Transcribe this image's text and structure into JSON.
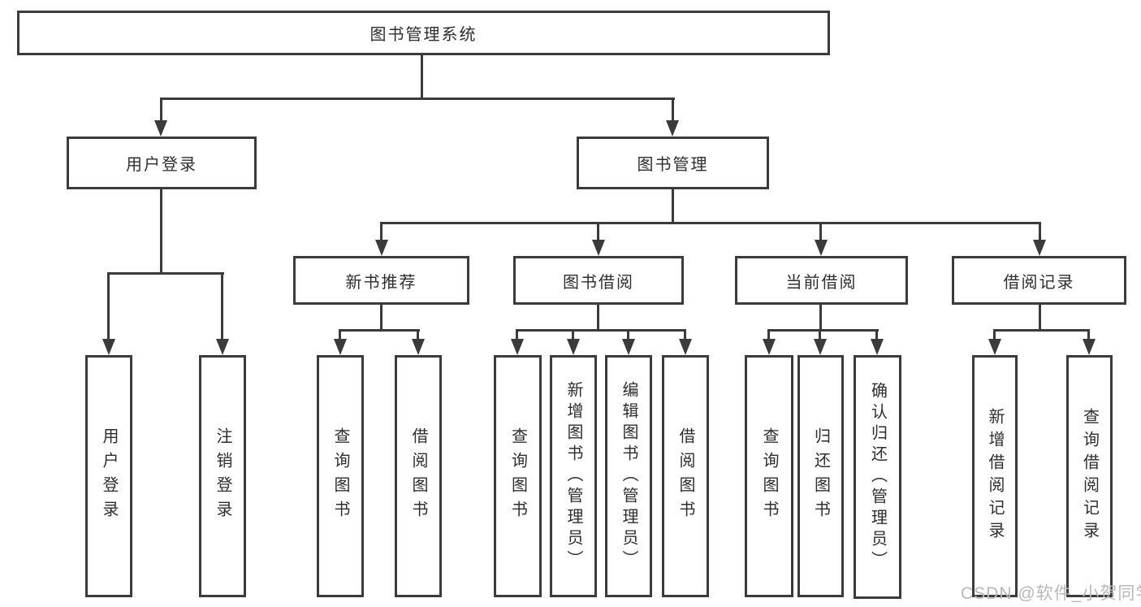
{
  "diagram": {
    "root": {
      "label": "图书管理系统"
    },
    "branches": [
      {
        "label": "用户登录"
      },
      {
        "label": "图书管理"
      }
    ],
    "modules": [
      {
        "label": "新书推荐"
      },
      {
        "label": "图书借阅"
      },
      {
        "label": "当前借阅"
      },
      {
        "label": "借阅记录"
      }
    ],
    "leaves": [
      {
        "label": "用户登录"
      },
      {
        "label": "注销登录"
      },
      {
        "label": "查询图书"
      },
      {
        "label": "借阅图书"
      },
      {
        "label": "查询图书"
      },
      {
        "label": "新增图书（管理员）"
      },
      {
        "label": "编辑图书（管理员）"
      },
      {
        "label": "借阅图书"
      },
      {
        "label": "查询图书"
      },
      {
        "label": "归还图书"
      },
      {
        "label": "确认归还（管理员）"
      },
      {
        "label": "新增借阅记录"
      },
      {
        "label": "查询借阅记录"
      }
    ]
  },
  "watermark": {
    "text": "CSDN @软件_小贺同学"
  },
  "colors": {
    "line": "#3b3b3b",
    "text": "#2e2e2e",
    "background": "#ffffff",
    "watermark": "#b8b8b8"
  }
}
